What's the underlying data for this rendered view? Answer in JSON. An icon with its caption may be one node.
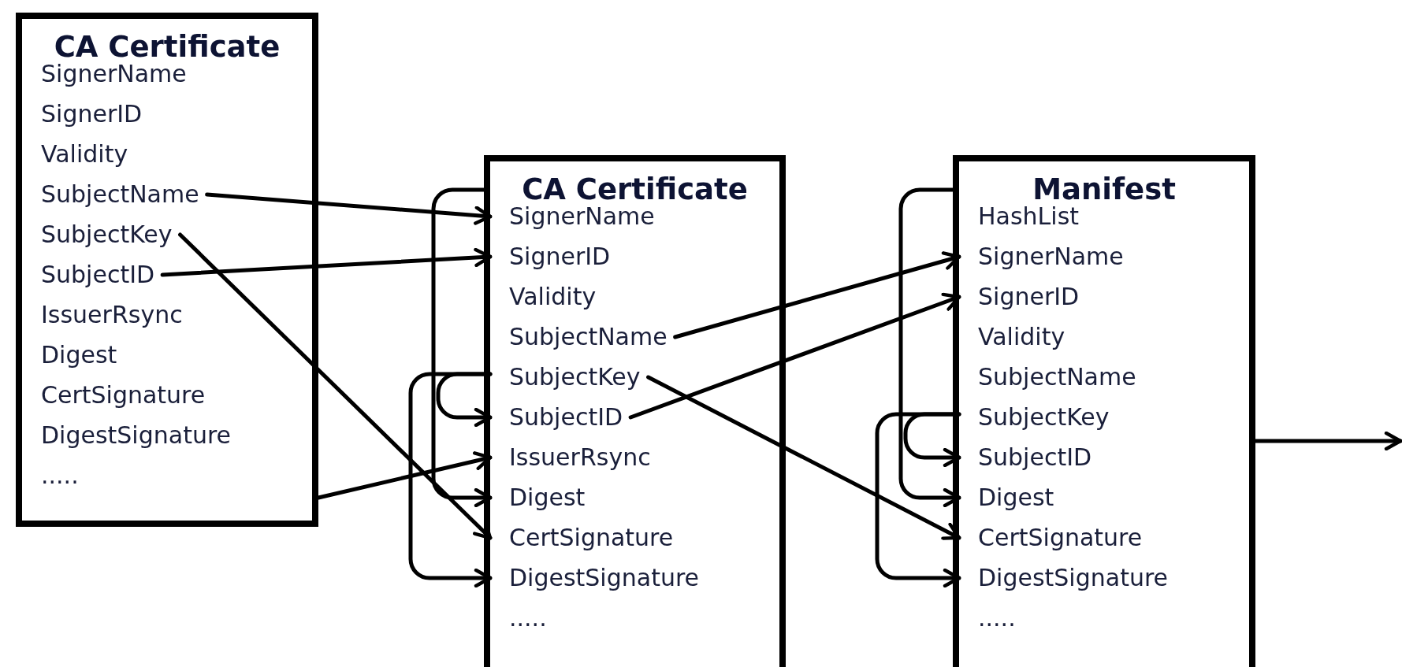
{
  "diagram": {
    "nodes": [
      {
        "text": [
          "CA Certificate"
        ]
      },
      {
        "text": [
          "SignerName"
        ],
        "in": 0
      },
      {
        "text": [
          "SignerID"
        ],
        "in": 0
      },
      {
        "text": [
          "Validity"
        ],
        "in": 0
      },
      {
        "text": [
          "SubjectName"
        ],
        "in": 0
      },
      {
        "text": [
          "SubjectKey"
        ],
        "in": 0
      },
      {
        "text": [
          "SubjectID"
        ],
        "in": 0
      },
      {
        "text": [
          "IssuerRsync"
        ],
        "in": 0
      },
      {
        "text": [
          "Digest"
        ],
        "in": 0
      },
      {
        "text": [
          "CertSignature"
        ],
        "in": 0
      },
      {
        "text": [
          "DigestSignature"
        ],
        "in": 0
      },
      {
        "text": [
          "....."
        ],
        "in": 0
      },
      {
        "text": [
          "CA Certificate"
        ]
      },
      {
        "text": [
          "SignerName"
        ],
        "in": 12
      },
      {
        "text": [
          "SignerID"
        ],
        "in": 12
      },
      {
        "text": [
          "Validity"
        ],
        "in": 12
      },
      {
        "text": [
          "SubjectName"
        ],
        "in": 12
      },
      {
        "text": [
          "SubjectKey"
        ],
        "in": 12
      },
      {
        "text": [
          "SubjectID"
        ],
        "in": 12
      },
      {
        "text": [
          "IssuerRsync"
        ],
        "in": 12
      },
      {
        "text": [
          "Digest"
        ],
        "in": 12
      },
      {
        "text": [
          "CertSignature"
        ],
        "in": 12
      },
      {
        "text": [
          "DigestSignature"
        ],
        "in": 12
      },
      {
        "text": [
          "....."
        ],
        "in": 12
      },
      {
        "text": [
          "Manifest"
        ]
      },
      {
        "text": [
          "HashList"
        ],
        "in": 24
      },
      {
        "text": [
          "SignerName"
        ],
        "in": 24
      },
      {
        "text": [
          "SignerID"
        ],
        "in": 24
      },
      {
        "text": [
          "Validity"
        ],
        "in": 24
      },
      {
        "text": [
          "SubjectName"
        ],
        "in": 24
      },
      {
        "text": [
          "SubjectKey"
        ],
        "in": 24
      },
      {
        "text": [
          "SubjectID"
        ],
        "in": 24
      },
      {
        "text": [
          "Digest"
        ],
        "in": 24
      },
      {
        "text": [
          "CertSignature"
        ],
        "in": 24
      },
      {
        "text": [
          "DigestSignature"
        ],
        "in": 24
      },
      {
        "text": [
          "....."
        ],
        "in": 24
      }
    ],
    "edges": [
      {
        "from": 4,
        "to": 13,
        "arrow": "to"
      },
      {
        "from": 6,
        "to": 14,
        "arrow": "to"
      },
      {
        "from": 5,
        "to": 21,
        "arrow": "to"
      },
      {
        "from": 0,
        "to": 19,
        "arrow": "to"
      },
      {
        "from": 12,
        "to": 20,
        "arrow": "to"
      },
      {
        "from": 17,
        "to": 18,
        "arrow": "to"
      },
      {
        "from": 17,
        "to": 22,
        "arrow": "to"
      },
      {
        "from": 16,
        "to": 26,
        "arrow": "to"
      },
      {
        "from": 18,
        "to": 27,
        "arrow": "to"
      },
      {
        "from": 17,
        "to": 33,
        "arrow": "to"
      },
      {
        "from": 24,
        "to": 32,
        "arrow": "to"
      },
      {
        "from": 30,
        "to": 31,
        "arrow": "to"
      },
      {
        "from": 30,
        "to": 34,
        "arrow": "to"
      },
      {
        "from": 24,
        "to": null,
        "arrow": "to"
      }
    ]
  }
}
